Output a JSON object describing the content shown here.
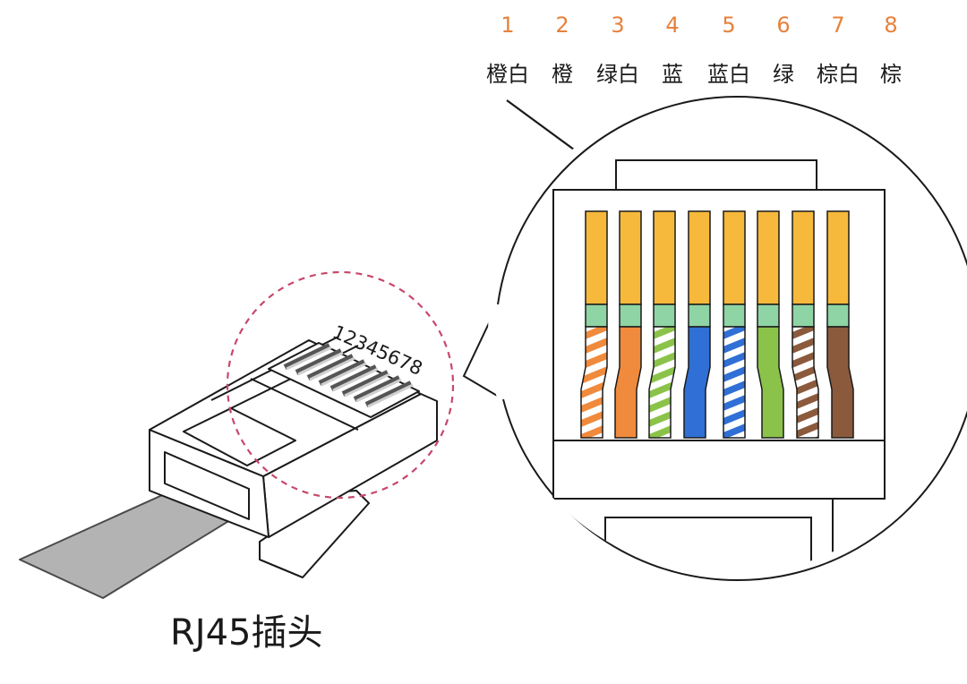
{
  "pins": [
    {
      "number": "1",
      "color_name": "橙白",
      "main": "#f6a623",
      "stripe": "#ffffff",
      "striped": true,
      "lower": "#f08a3c"
    },
    {
      "number": "2",
      "color_name": "橙",
      "main": "#f6a623",
      "stripe": "#f08a3c",
      "striped": false,
      "lower": "#f08a3c"
    },
    {
      "number": "3",
      "color_name": "绿白",
      "main": "#f6a623",
      "stripe": "#ffffff",
      "striped": true,
      "lower": "#8bc34a"
    },
    {
      "number": "4",
      "color_name": "蓝",
      "main": "#f6a623",
      "stripe": "#2f6fd6",
      "striped": false,
      "lower": "#2f6fd6"
    },
    {
      "number": "5",
      "color_name": "蓝白",
      "main": "#f6a623",
      "stripe": "#ffffff",
      "striped": true,
      "lower": "#2f6fd6"
    },
    {
      "number": "6",
      "color_name": "绿",
      "main": "#f6a623",
      "stripe": "#8bc34a",
      "striped": false,
      "lower": "#8bc34a"
    },
    {
      "number": "7",
      "color_name": "棕白",
      "main": "#f6a623",
      "stripe": "#ffffff",
      "striped": true,
      "lower": "#8b5a3c"
    },
    {
      "number": "8",
      "color_name": "棕",
      "main": "#f6a623",
      "stripe": "#8b5a3c",
      "striped": false,
      "lower": "#8b5a3c"
    }
  ],
  "colors": {
    "pin_number": "#e8813a",
    "contact_band": "#8fd4a4",
    "contact_top": "#f6b93b",
    "dashed_circle": "#c8476a",
    "cable": "#b3b3b3"
  },
  "plug": {
    "label": "RJ45插头",
    "pin_sequence": "12345678"
  }
}
